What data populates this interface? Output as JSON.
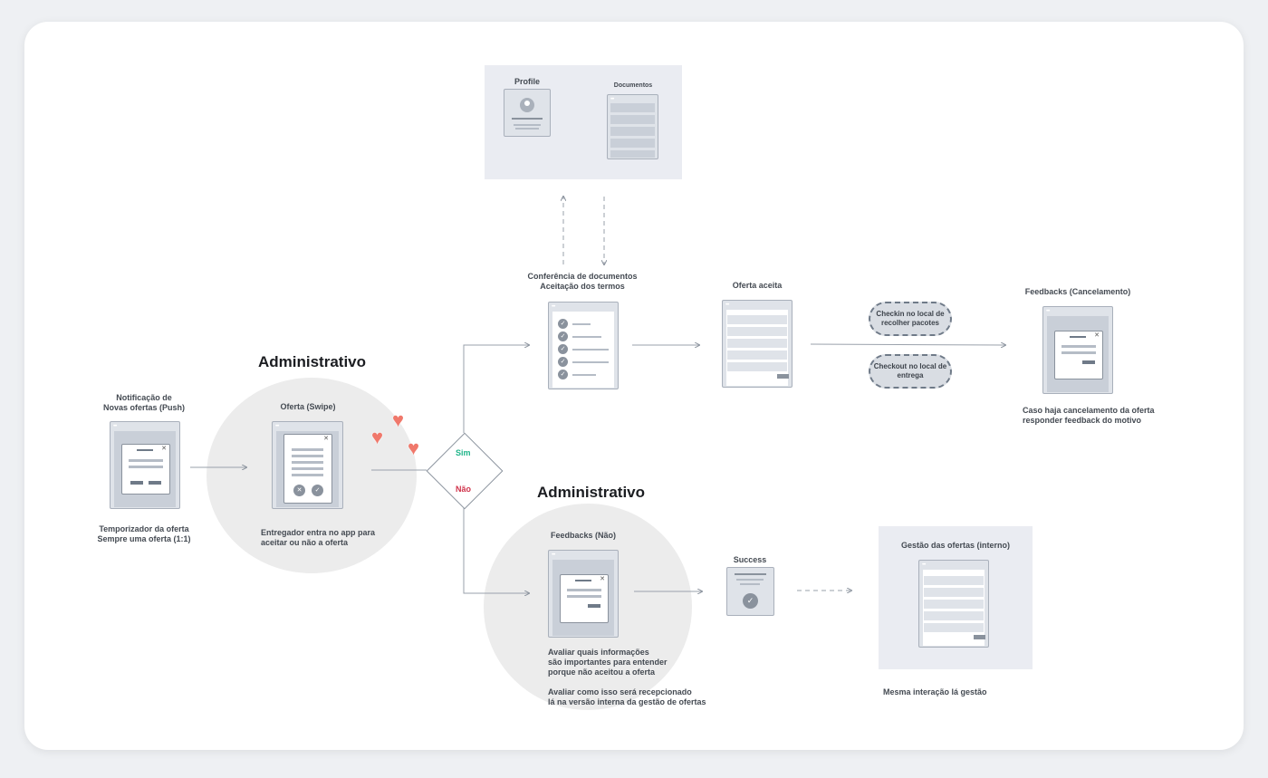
{
  "admin_label_1": "Administrativo",
  "admin_label_2": "Administrativo",
  "push": {
    "title": "Notificação de\nNovas ofertas (Push)",
    "caption": "Temporizador da oferta\nSempre uma oferta (1:1)"
  },
  "swipe": {
    "title": "Oferta (Swipe)",
    "caption": "Entregador entra no app para\naceitar ou não a oferta"
  },
  "decision": {
    "yes": "Sim",
    "no": "Não"
  },
  "docs_panel": {
    "profile": "Profile",
    "documents": "Documentos"
  },
  "conferencia": {
    "title": "Conferência de documentos\nAceitação dos termos"
  },
  "aceita": {
    "title": "Oferta aceita"
  },
  "checkin": "Checkin no local de\nrecolher pacotes",
  "checkout": "Checkout no local de\nentrega",
  "cancel": {
    "title": "Feedbacks (Cancelamento)",
    "caption": "Caso haja cancelamento da oferta\nresponder feedback do motivo"
  },
  "feedback_nao": {
    "title": "Feedbacks (Não)",
    "caption": "Avaliar quais informações\nsão importantes para entender\nporque não aceitou a oferta\n\nAvaliar como isso será recepcionado\nlá na versão interna da gestão de ofertas"
  },
  "success": {
    "title": "Success"
  },
  "gestao": {
    "title": "Gestão das ofertas (interno)",
    "caption": "Mesma interação lá gestão"
  },
  "colors": {
    "yes": "#1fb58a",
    "no": "#d0324a",
    "heart": "#f0786b"
  },
  "icons": [
    "heart-icon",
    "check-icon",
    "close-icon",
    "user-icon",
    "document-icon"
  ]
}
